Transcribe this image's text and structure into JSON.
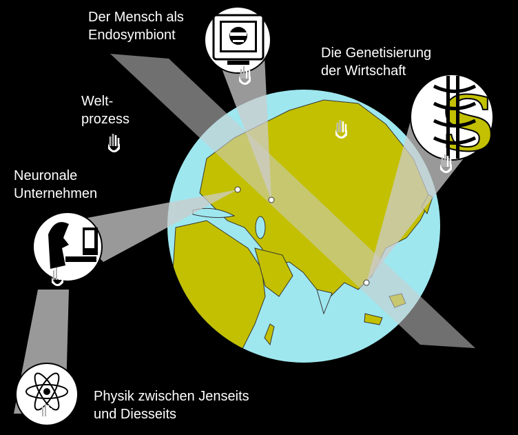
{
  "labels": {
    "mensch": {
      "line1": "Der Mensch als",
      "line2": "Endosymbiont"
    },
    "genetisierung": {
      "line1": "Die Genetisierung",
      "line2": "der Wirtschaft"
    },
    "weltprozess": {
      "line1": "Welt-",
      "line2": "prozess"
    },
    "neuronale": {
      "line1": "Neuronale",
      "line2": "Unternehmen"
    },
    "physik": {
      "line1": "Physik zwischen Jenseits",
      "line2": "und Diesseits"
    }
  },
  "icons": [
    "monitor-face-icon",
    "dollar-dna-icon",
    "person-computer-icon",
    "atom-icon",
    "hand-pointer-icon"
  ],
  "colors": {
    "background": "#000000",
    "ocean": "#9fe7ef",
    "land": "#c2c000",
    "text": "#ffffff",
    "beam": "#cccccc"
  }
}
